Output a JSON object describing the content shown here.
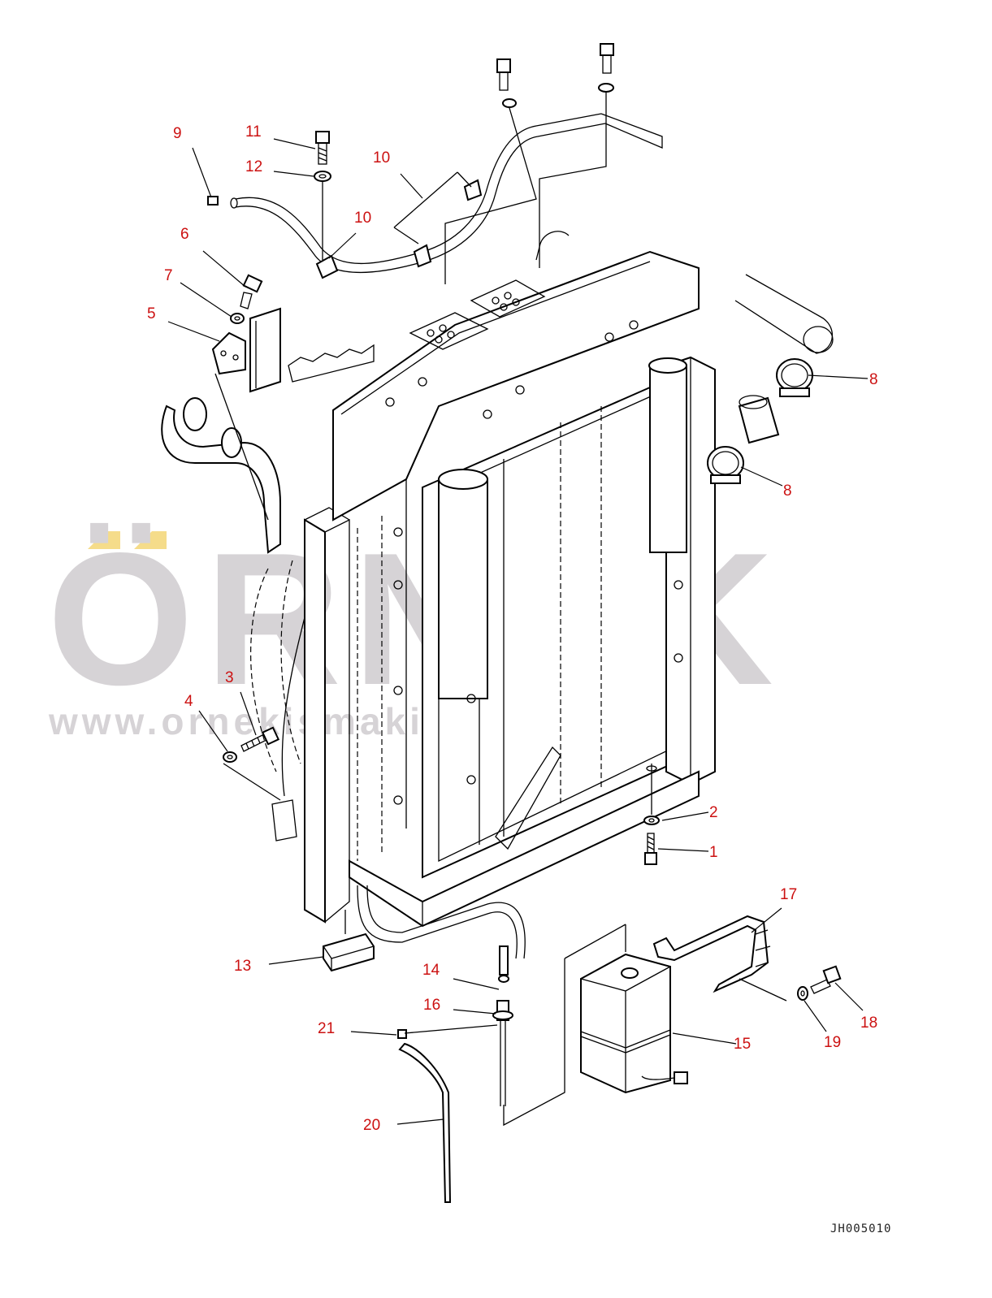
{
  "watermark": {
    "brand": "ÖRNEK",
    "url": "www.ornekismakinalari.com.tr",
    "accent_color": "#f5dc8a",
    "text_color": "#d6d3d6"
  },
  "drawing_code": "JH005010",
  "label_color": "#cc1111",
  "labels": {
    "p1": "1",
    "p2": "2",
    "p3": "3",
    "p4": "4",
    "p5": "5",
    "p6": "6",
    "p7": "7",
    "p8a": "8",
    "p8b": "8",
    "p9": "9",
    "p10a": "10",
    "p10b": "10",
    "p11": "11",
    "p12": "12",
    "p13": "13",
    "p14": "14",
    "p15": "15",
    "p16": "16",
    "p17": "17",
    "p18": "18",
    "p19": "19",
    "p20": "20",
    "p21": "21"
  }
}
